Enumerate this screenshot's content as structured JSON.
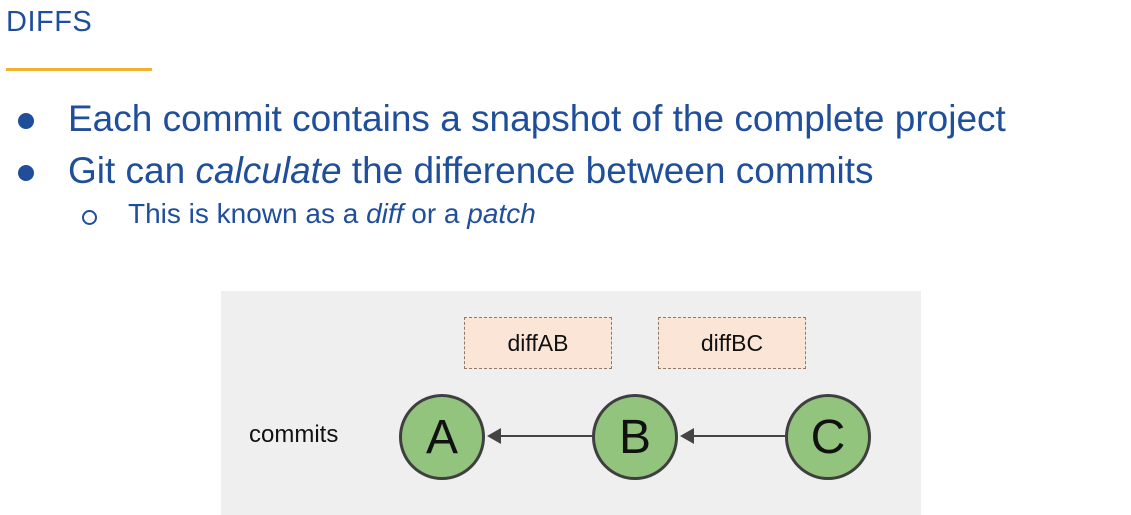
{
  "slide": {
    "title": "DIFFS",
    "bullets": [
      {
        "parts": [
          {
            "text": "Each commit contains a snapshot of the complete project",
            "italic": false
          }
        ]
      },
      {
        "parts": [
          {
            "text": "Git can ",
            "italic": false
          },
          {
            "text": "calculate",
            "italic": true
          },
          {
            "text": " the difference between commits",
            "italic": false
          }
        ]
      }
    ],
    "sub_bullet": {
      "parts": [
        {
          "text": "This is known as a ",
          "italic": false
        },
        {
          "text": "diff",
          "italic": true
        },
        {
          "text": " or a ",
          "italic": false
        },
        {
          "text": "patch",
          "italic": true
        }
      ]
    }
  },
  "diagram": {
    "row_label": "commits",
    "diffs": [
      "diffAB",
      "diffBC"
    ],
    "commits": [
      "A",
      "B",
      "C"
    ],
    "colors": {
      "node_fill": "#93c47d",
      "diff_fill": "#fbe5d6",
      "accent_text": "#1f4e9a",
      "underline": "#f1b22f"
    }
  }
}
